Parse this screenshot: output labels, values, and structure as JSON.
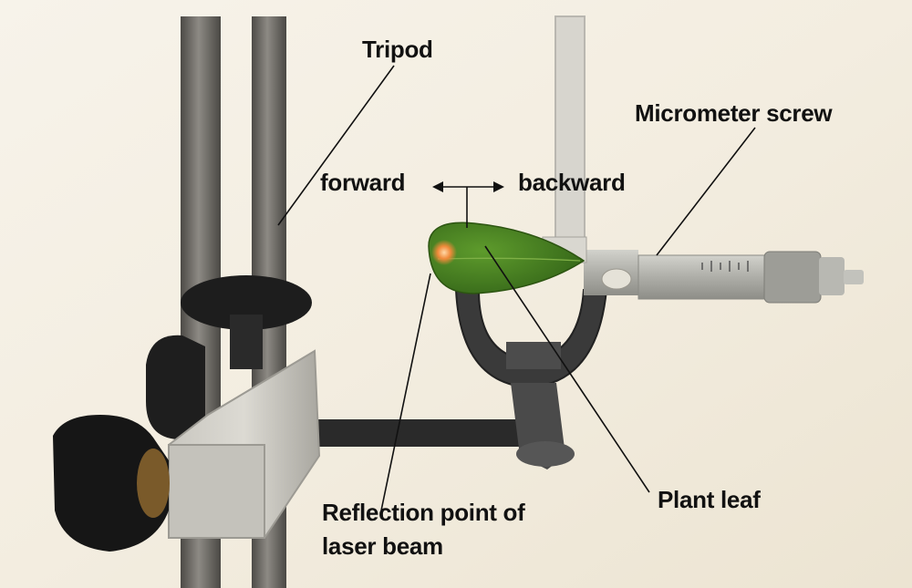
{
  "labels": {
    "tripod": "Tripod",
    "micrometer_screw": "Micrometer screw",
    "forward": "forward",
    "backward": "backward",
    "plant_leaf": "Plant leaf",
    "reflection_line1": "Reflection point of",
    "reflection_line2": "laser beam"
  },
  "colors": {
    "background": "#f4efe3",
    "leaf": "#3f7a1e",
    "laser_spot": "#f08a3a",
    "metal": "#a9a9a3",
    "rod": "#6f6c66",
    "knob": "#1c1c1c"
  }
}
